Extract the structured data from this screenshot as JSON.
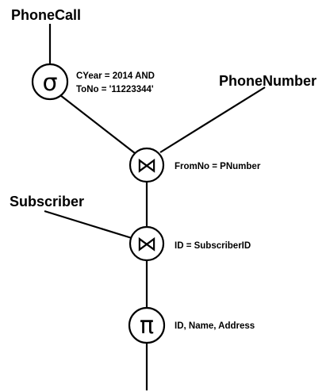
{
  "relations": {
    "phone_call": "PhoneCall",
    "phone_number": "PhoneNumber",
    "subscriber": "Subscriber"
  },
  "operators": {
    "selection": {
      "symbol": "σ",
      "condition_line1": "CYear = 2014 AND",
      "condition_line2": "ToNo = '11223344'"
    },
    "join_upper": {
      "symbol": "⋈",
      "condition": "FromNo = PNumber"
    },
    "join_lower": {
      "symbol": "⋈",
      "condition": "ID = SubscriberID"
    },
    "projection": {
      "symbol": "π",
      "attributes": "ID, Name, Address"
    }
  }
}
